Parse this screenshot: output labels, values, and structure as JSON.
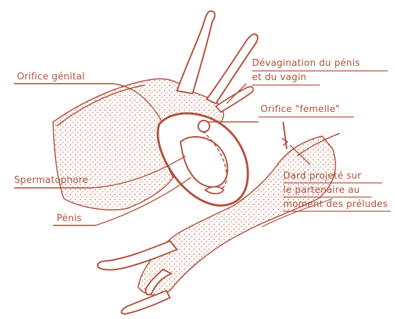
{
  "colors": {
    "ink": "#b0503a",
    "stipple": "#c26a52",
    "background": "#ffffff"
  },
  "labels": {
    "orifice_genital": "Orifice génital",
    "devagination_line1": "Dévagination du pénis",
    "devagination_line2": "et du vagin",
    "orifice_femelle": "Orifice \"femelle\"",
    "dard_line1": "Dard projeté sur",
    "dard_line2": "le partenaire au",
    "dard_line3": "moment des préludes",
    "spermatophore": "Spermatophore",
    "penis": "Pénis"
  }
}
